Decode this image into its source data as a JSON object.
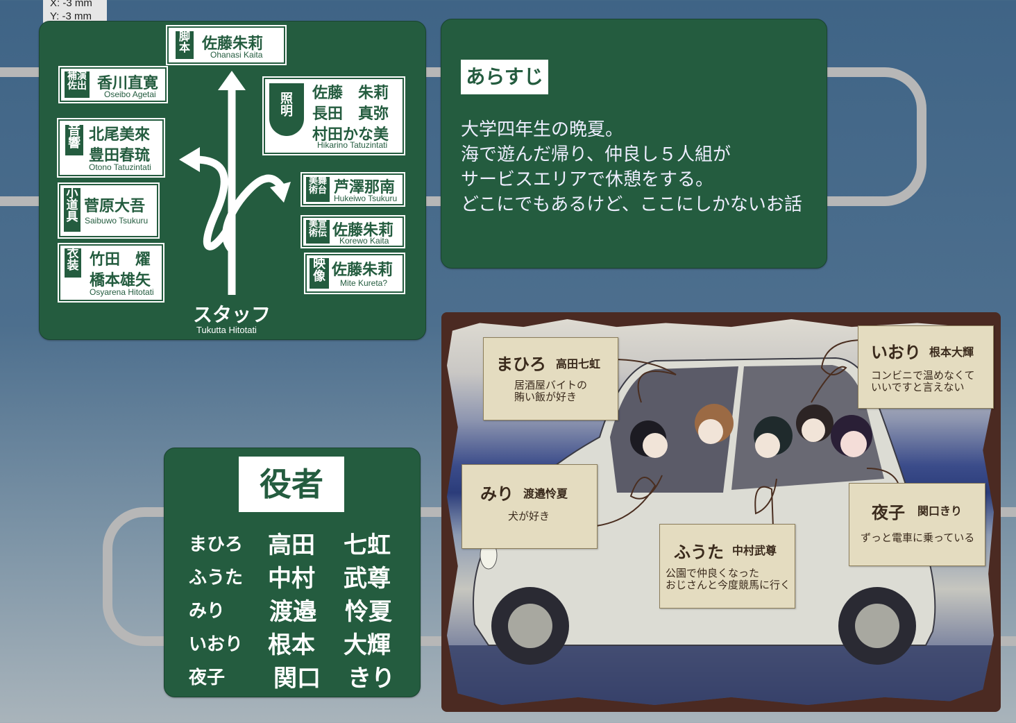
{
  "coord": {
    "x": "X: -3 mm",
    "y": "Y: -3 mm"
  },
  "staff": {
    "title": "スタッフ",
    "romaji": "Tukutta Hitotati",
    "signs": [
      {
        "role": "脚本",
        "names": [
          "佐藤朱莉"
        ],
        "romaji": "Ohanasi Kaita"
      },
      {
        "role": "補演佐出",
        "names": [
          "香川直寛"
        ],
        "romaji": "Oseibo Agetai"
      },
      {
        "role": "照明",
        "names": [
          "佐藤　朱莉",
          "長田　真弥",
          "村田かな美"
        ],
        "romaji": "Hikarino Tatuzintati"
      },
      {
        "role": "音響",
        "names": [
          "北尾美來",
          "豊田春琉"
        ],
        "romaji": "Otono Tatuzintati"
      },
      {
        "role": "美舞術台",
        "names": [
          "芦澤那南"
        ],
        "romaji": "Hukeiwo Tsukuru"
      },
      {
        "role": "小道具",
        "names": [
          "菅原大吾"
        ],
        "romaji": "Saibuwo Tsukuru"
      },
      {
        "role": "美宣術伝",
        "names": [
          "佐藤朱莉"
        ],
        "romaji": "Korewo Kaita"
      },
      {
        "role": "衣装",
        "names": [
          "竹田　燿",
          "橋本雄矢"
        ],
        "romaji": "Osyarena Hitotati"
      },
      {
        "role": "映像",
        "names": [
          "佐藤朱莉"
        ],
        "romaji": "Mite Kureta?"
      }
    ]
  },
  "synopsis": {
    "title": "あらすじ",
    "lines": [
      "大学四年生の晩夏。",
      "海で遊んだ帰り、仲良し５人組が",
      "サービスエリアで休憩をする。",
      "どこにでもあるけど、ここにしかないお話"
    ]
  },
  "cast": {
    "title": "役者",
    "rows": [
      {
        "role": "まひろ",
        "family": "高田",
        "given": "七虹"
      },
      {
        "role": "ふうた",
        "family": "中村",
        "given": "武尊"
      },
      {
        "role": "みり",
        "family": "渡邉",
        "given": "怜夏"
      },
      {
        "role": "いおり",
        "family": "根本",
        "given": "大輝"
      },
      {
        "role": "夜子",
        "family": "関口",
        "given": "きり"
      }
    ]
  },
  "characters": [
    {
      "name": "まひろ",
      "actor": "高田七虹",
      "desc": [
        "居酒屋バイトの",
        "賄い飯が好き"
      ]
    },
    {
      "name": "いおり",
      "actor": "根本大輝",
      "desc": [
        "コンビニで温めなくて",
        "いいですと言えない"
      ]
    },
    {
      "name": "みり",
      "actor": "渡邉怜夏",
      "desc": [
        "犬が好き"
      ]
    },
    {
      "name": "夜子",
      "actor": "関口きり",
      "desc": [
        "ずっと電車に乗っている"
      ]
    },
    {
      "name": "ふうた",
      "actor": "中村武尊",
      "desc": [
        "公園で仲良くなった",
        "おじさんと今度競馬に行く"
      ]
    }
  ]
}
